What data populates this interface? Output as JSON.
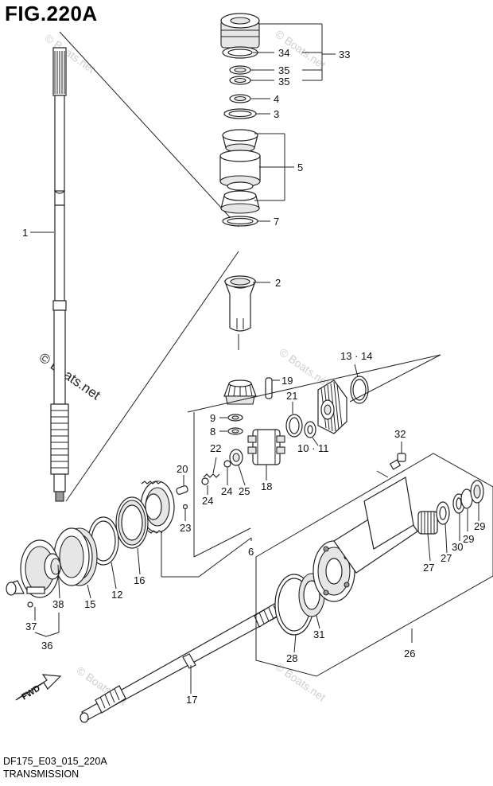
{
  "figure": {
    "title": "FIG.220A",
    "code": "DF175_E03_015_220A",
    "name": "TRANSMISSION"
  },
  "watermark": {
    "text": "© Boats.net"
  },
  "fwd_label": "FWD",
  "callouts": {
    "c1": "1",
    "c2": "2",
    "c3": "3",
    "c4": "4",
    "c5": "5",
    "c6": "6",
    "c7": "7",
    "c8": "8",
    "c9": "9",
    "c10_11": "10 · 11",
    "c12": "12",
    "c13_14": "13 · 14",
    "c15": "15",
    "c16": "16",
    "c17": "17",
    "c18": "18",
    "c19": "19",
    "c20": "20",
    "c21": "21",
    "c22": "22",
    "c23": "23",
    "c24a": "24",
    "c24b": "24",
    "c25": "25",
    "c26": "26",
    "c27a": "27",
    "c27b": "27",
    "c28": "28",
    "c29a": "29",
    "c29b": "29",
    "c30": "30",
    "c31": "31",
    "c32": "32",
    "c33": "33",
    "c34": "34",
    "c35a": "35",
    "c35b": "35",
    "c36": "36",
    "c37": "37",
    "c38": "38"
  }
}
